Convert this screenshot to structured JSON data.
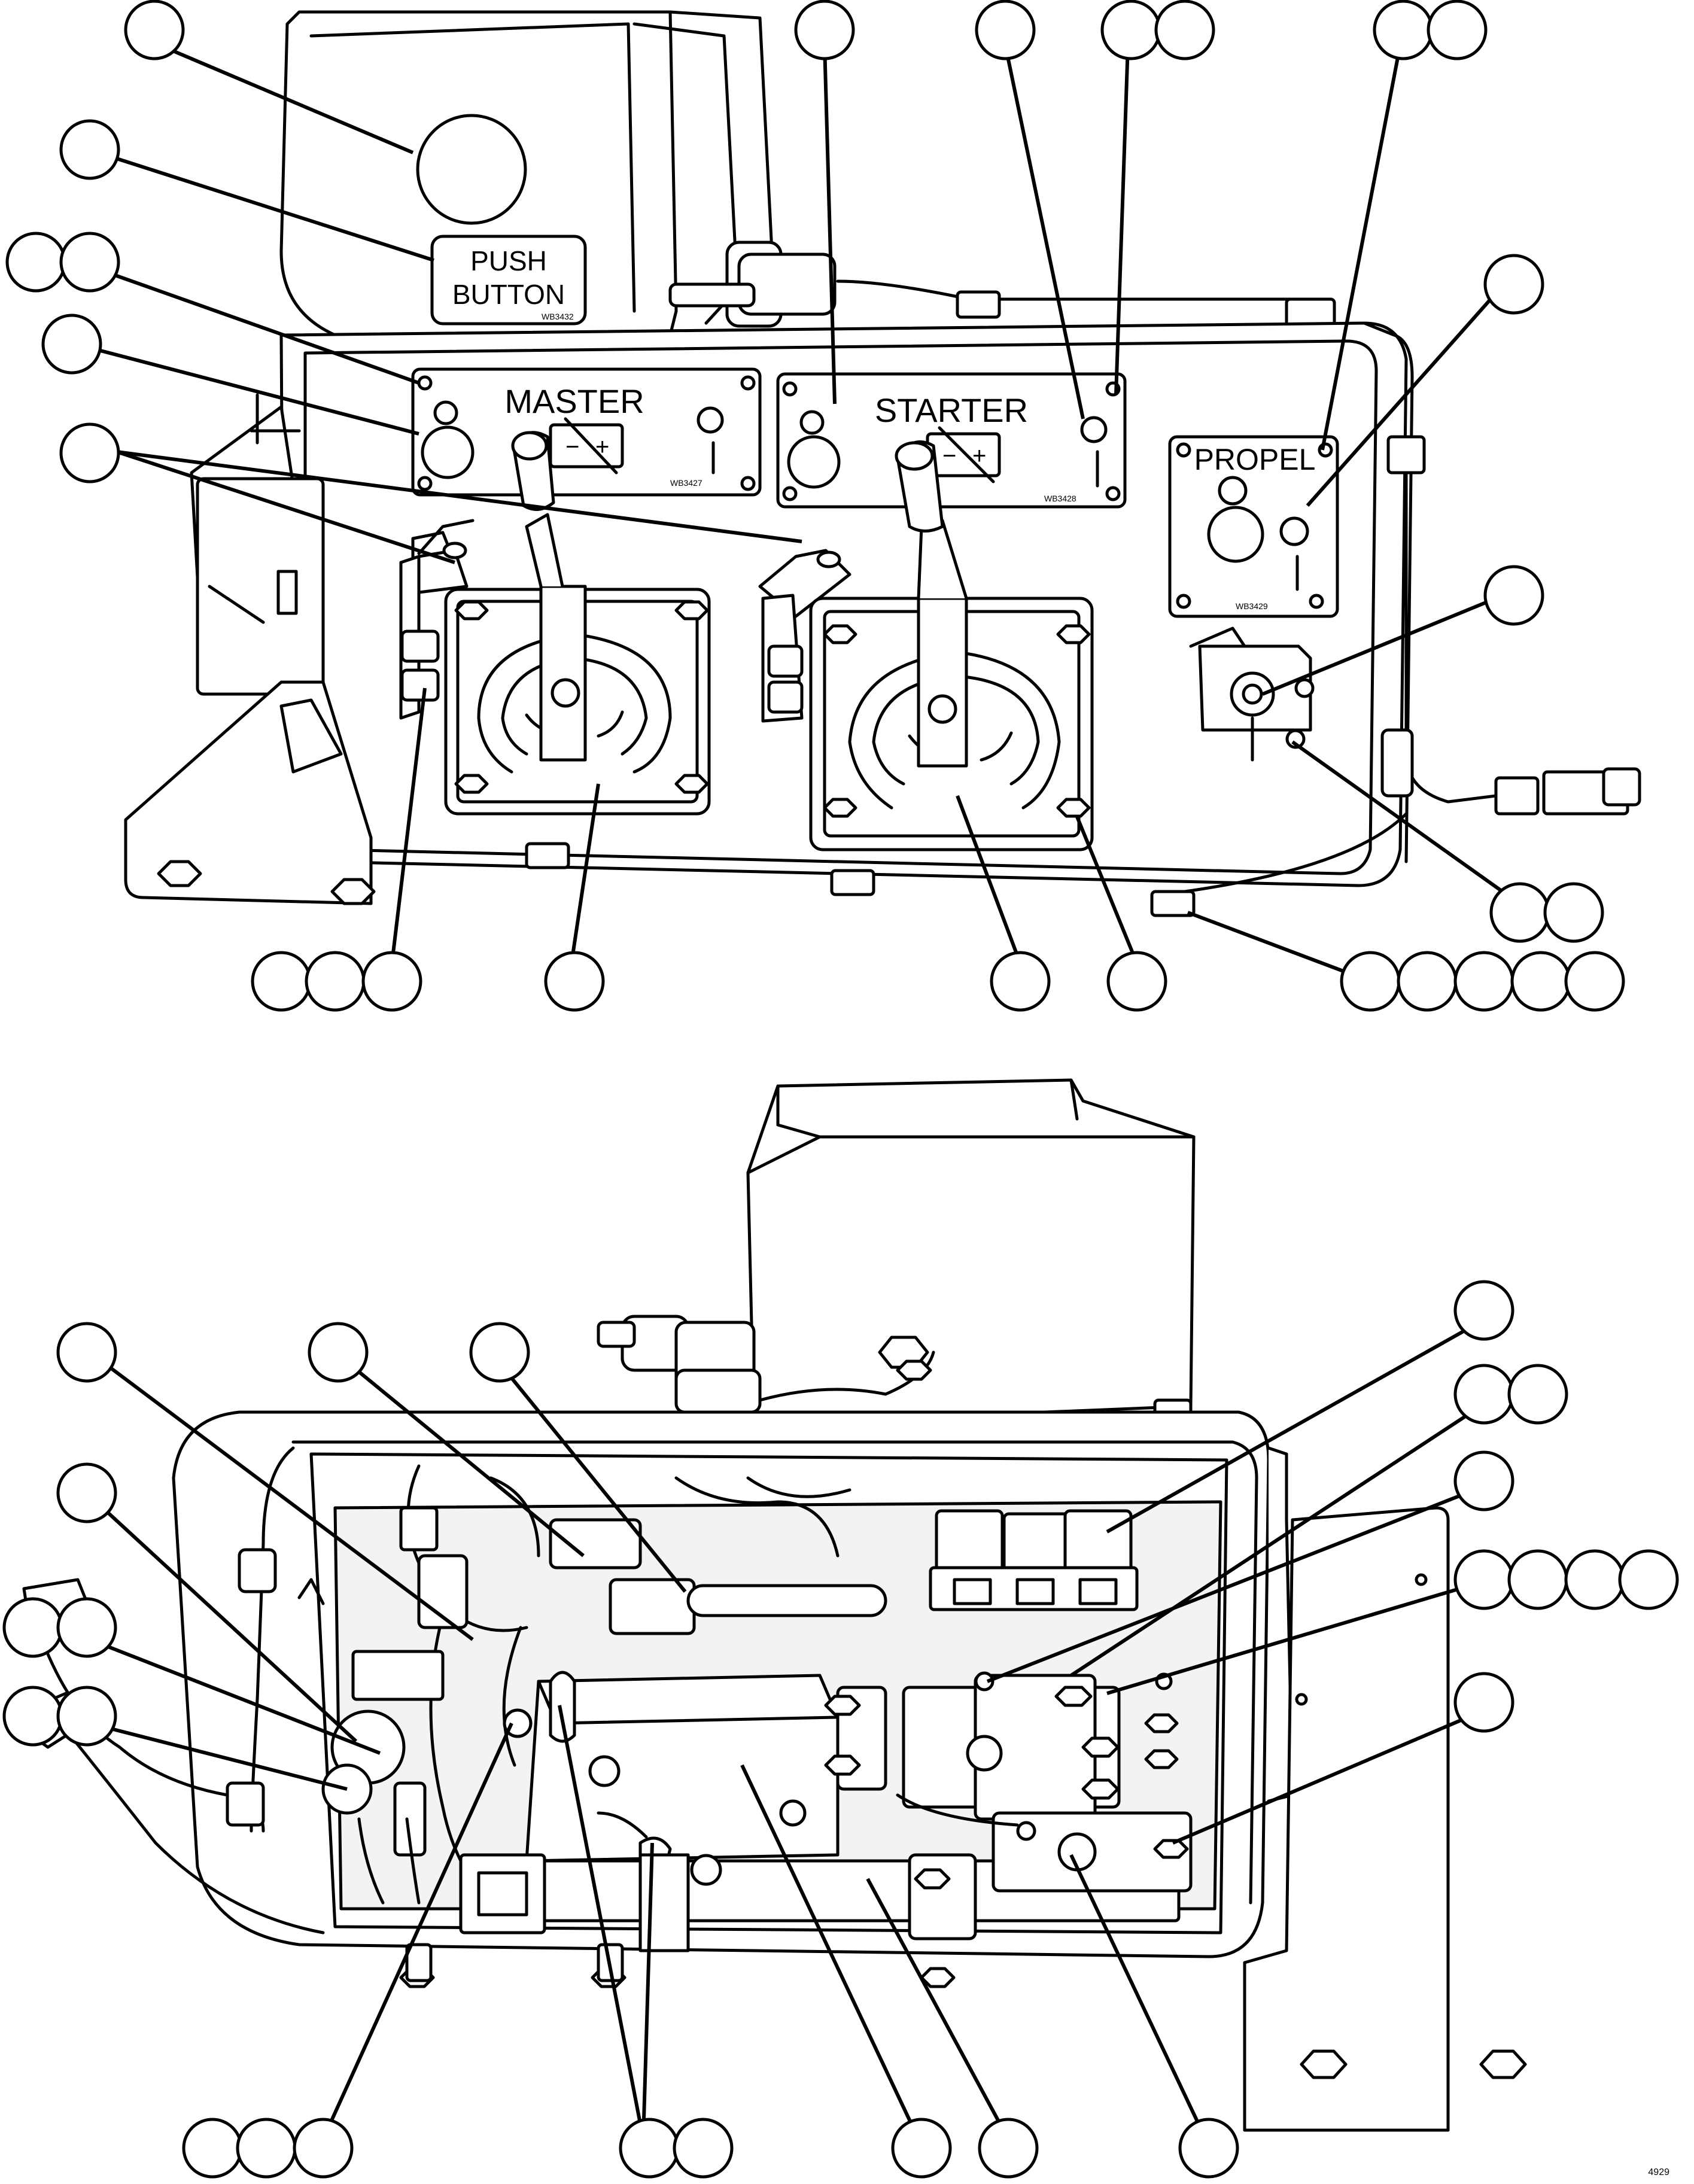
{
  "upper_view": {
    "labels": {
      "push_button": [
        "PUSH",
        "BUTTON"
      ],
      "push_button_code": "WB3432",
      "master": "MASTER",
      "master_code": "WB3427",
      "starter": "STARTER",
      "starter_code": "WB3428",
      "propel": "PROPEL",
      "propel_code": "WB3429"
    }
  },
  "figure_code": "4929",
  "icons": [
    "battery-icon",
    "bolt-icon",
    "connector-icon",
    "relay-icon",
    "lever-icon"
  ]
}
